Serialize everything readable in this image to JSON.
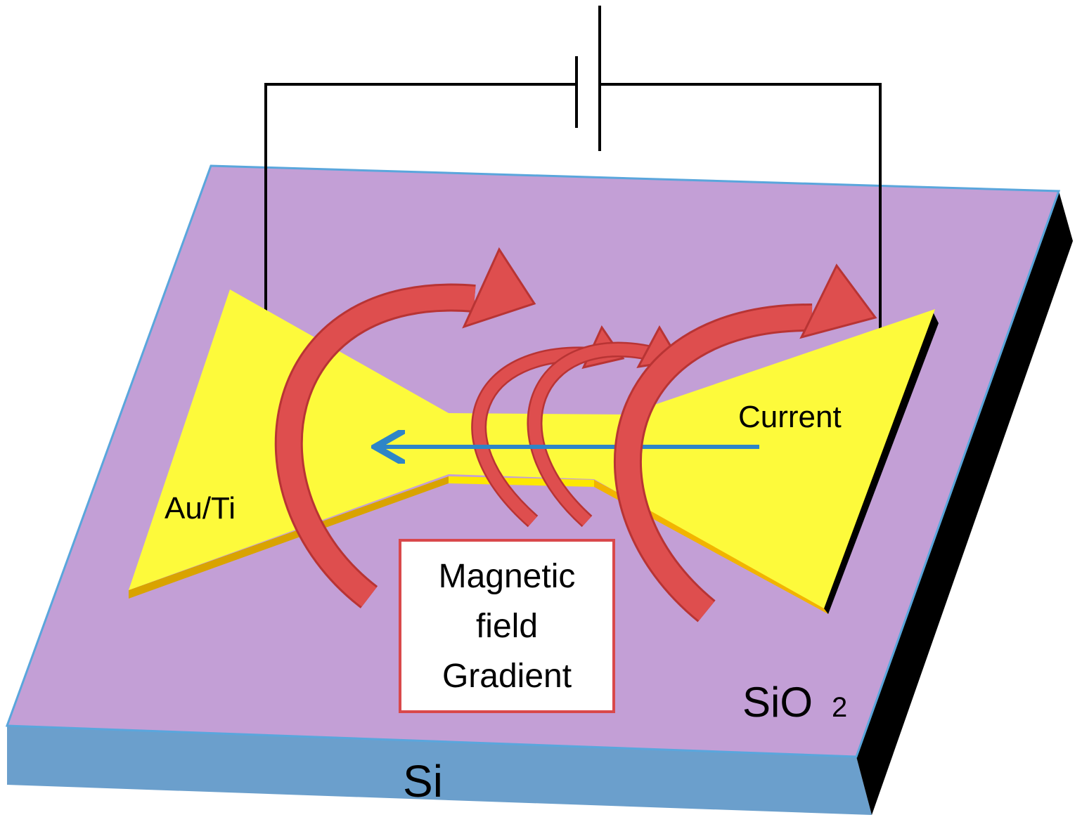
{
  "labels": {
    "electrode_material": "Au/Ti",
    "current": "Current",
    "magnetic_line1": "Magnetic",
    "magnetic_line2": "field",
    "magnetic_line3": "Gradient",
    "oxide": "SiO",
    "oxide_subscript": "2",
    "substrate": "Si"
  },
  "colors": {
    "oxide_top": "#c39fd6",
    "substrate_side": "#6b9fcc",
    "substrate_edge": "#000000",
    "electrode": "#fdfa3b",
    "electrode_edge": "#d9a300",
    "field_arrow": "#de4e4e",
    "current_arrow": "#2e85c7",
    "wire": "#000000",
    "box_border": "#d9484b"
  }
}
